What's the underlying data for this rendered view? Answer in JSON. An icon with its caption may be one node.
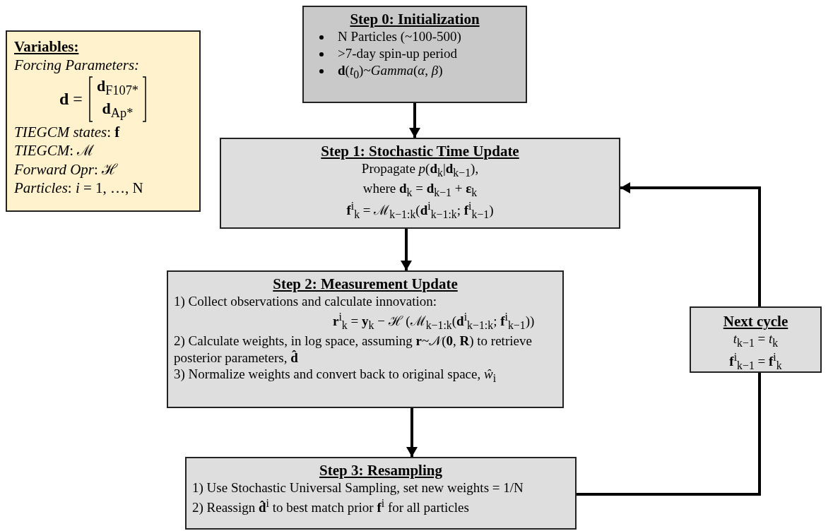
{
  "diagram": {
    "nodes": [
      {
        "text": [
          "Variables:",
          "Forcing Parameters:",
          "**d** =",
          "**d**$_{F107*}$",
          "**d**$_{Ap*}$",
          "*TIEGCM states*: **f**",
          "*TIEGCM*: ℳ",
          "*Forward Opr*: ℋ",
          "*Particles*: *i* = 1, …, N"
        ]
      },
      {
        "text": [
          "Step 0: Initialization",
          "N Particles (~100-500)",
          ">7-day spin-up period",
          "**d**(*t*$_{0}$)~*Gamma*(*α*, *β*)"
        ]
      },
      {
        "text": [
          "Step 1: Stochastic Time Update",
          "Propagate *p*(**d**$_{k}$|**d**$_{k−1}$),",
          "where **d**$_{k}$ = **d**$_{k−1}$ + **ε**$_{k}$",
          "**f**$^{i}$$_{k}$ = ℳ$_{k−1:k}$(**d**$^{i}$$_{k−1:k}$; **f**$^{i}$$_{k−1}$)"
        ]
      },
      {
        "text": [
          "Step 2: Measurement Update",
          "1) Collect observations and calculate innovation:",
          "**r**$^{i}$$_{k}$ = **y**$_{k}$ − ℋ (ℳ$_{k−1:k}$(**d**$^{i}$$_{k−1:k}$; **f**$^{i}$$_{k−1}$))",
          "2) Calculate weights, in log space, assuming **r**~𝒩(**0**, **R**) to retrieve posterior parameters, **d̂**",
          "3) Normalize weights and convert back to original space, *ŵ*$_{i}$"
        ]
      },
      {
        "text": [
          "Step 3: Resampling",
          "1) Use Stochastic Universal Sampling, set new weights = 1/N",
          "2) Reassign **d̂**$^{i}$ to best match prior **f**$^{i}$ for all particles"
        ]
      },
      {
        "text": [
          "Next cycle",
          "*t*$_{k−1}$ = *t*$_{k}$",
          "**f**$^{i}$$_{k−1}$ = **f**$^{i}$$_{k}$"
        ]
      }
    ],
    "edges": [
      {
        "from": 1,
        "to": 2,
        "arrow": "to"
      },
      {
        "from": 2,
        "to": 3,
        "arrow": "to"
      },
      {
        "from": 3,
        "to": 4,
        "arrow": "to"
      },
      {
        "from": 4,
        "to": 5,
        "arrow": "none"
      },
      {
        "from": 5,
        "to": 2,
        "arrow": "to"
      }
    ]
  }
}
